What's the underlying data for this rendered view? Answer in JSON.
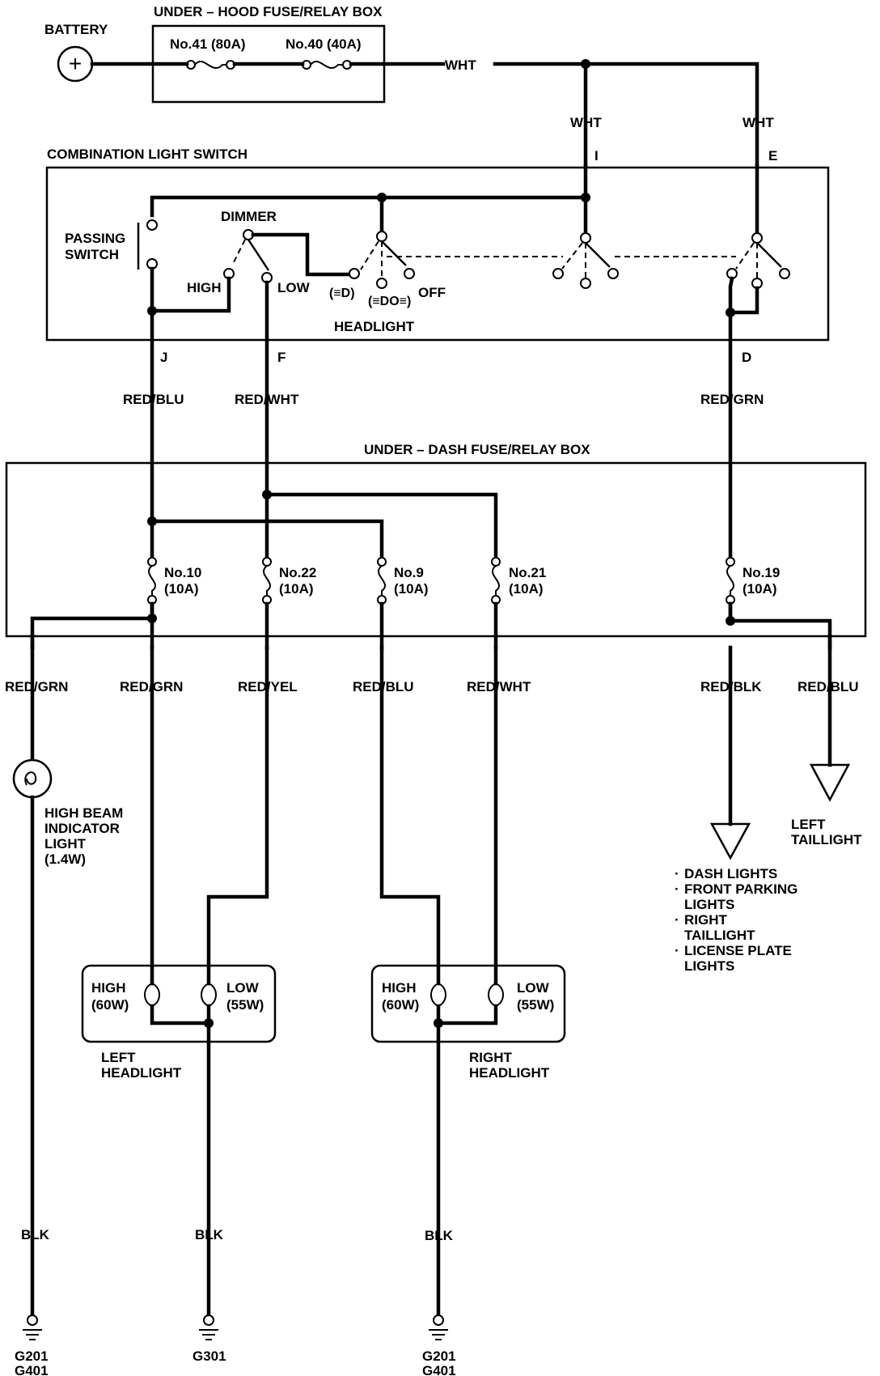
{
  "battery": {
    "label": "BATTERY",
    "symbol": "+"
  },
  "underhood": {
    "title": "UNDER – HOOD FUSE/RELAY BOX",
    "fuse41": "No.41 (80A)",
    "fuse40": "No.40 (40A)"
  },
  "wires": {
    "wht": "WHT",
    "red_blu": "RED/BLU",
    "red_wht": "RED/WHT",
    "red_grn": "RED/GRN",
    "red_yel": "RED/YEL",
    "red_blk": "RED/BLK",
    "blk": "BLK"
  },
  "switch": {
    "title": "COMBINATION LIGHT SWITCH",
    "passing_1": "PASSING",
    "passing_2": "SWITCH",
    "dimmer": "DIMMER",
    "high": "HIGH",
    "low": "LOW",
    "headlight": "HEADLIGHT",
    "off": "OFF",
    "pos_low_icon": "(≡D)",
    "pos_park_icon": "(≡DO≡)",
    "pin_i": "I",
    "pin_e": "E",
    "pin_j": "J",
    "pin_f": "F",
    "pin_d": "D"
  },
  "underdash": {
    "title": "UNDER – DASH FUSE/RELAY BOX",
    "fuses": [
      {
        "no": "No.10",
        "amp": "(10A)"
      },
      {
        "no": "No.22",
        "amp": "(10A)"
      },
      {
        "no": "No.9",
        "amp": "(10A)"
      },
      {
        "no": "No.21",
        "amp": "(10A)"
      },
      {
        "no": "No.19",
        "amp": "(10A)"
      }
    ]
  },
  "indicator": {
    "l1": "HIGH BEAM",
    "l2": "INDICATOR",
    "l3": "LIGHT",
    "l4": "(1.4W)"
  },
  "left_headlight": {
    "high": "HIGH",
    "high_w": "(60W)",
    "low": "LOW",
    "low_w": "(55W)",
    "name1": "LEFT",
    "name2": "HEADLIGHT"
  },
  "right_headlight": {
    "high": "HIGH",
    "high_w": "(60W)",
    "low": "LOW",
    "low_w": "(55W)",
    "name1": "RIGHT",
    "name2": "HEADLIGHT"
  },
  "left_taillight": {
    "l1": "LEFT",
    "l2": "TAILLIGHT"
  },
  "dash_list": {
    "b": "·",
    "i1": "DASH LIGHTS",
    "i2a": "FRONT PARKING",
    "i2b": "LIGHTS",
    "i3a": "RIGHT",
    "i3b": "TAILLIGHT",
    "i4a": "LICENSE PLATE",
    "i4b": "LIGHTS"
  },
  "grounds": {
    "g201": "G201",
    "g401": "G401",
    "g301": "G301"
  }
}
